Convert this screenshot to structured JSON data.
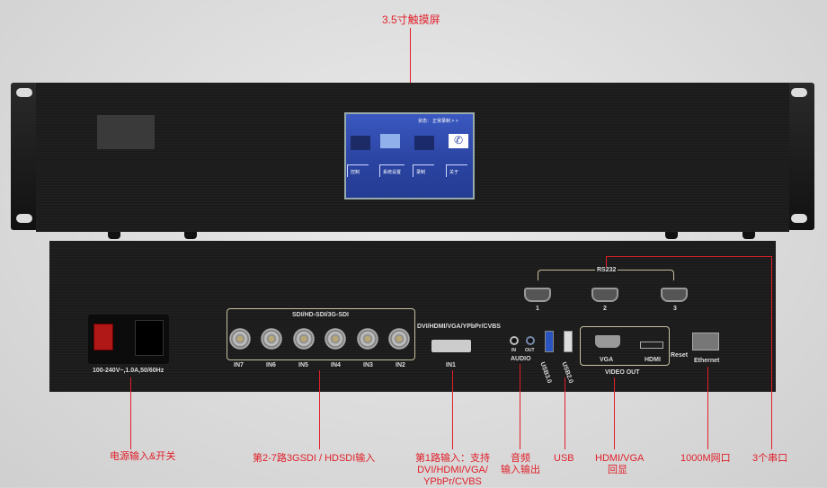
{
  "front_panel": {
    "screen": {
      "status_left": "状态：",
      "status_right": "正常录制 > >",
      "buttons": [
        {
          "label": "控制"
        },
        {
          "label": "系统设置"
        },
        {
          "label": "录制"
        },
        {
          "label": "关于"
        }
      ]
    }
  },
  "rear_panel": {
    "power_rating": "100-240V~,1.0A,50/60Hz",
    "sdi_group": "SDI/HD-SDI/3G-SDI",
    "sdi_inputs": [
      "IN7",
      "IN6",
      "IN5",
      "IN4",
      "IN3",
      "IN2"
    ],
    "dvi_group": "DVI/HDMI/VGA/YPbPr/CVBS",
    "dvi_input": "IN1",
    "audio": {
      "in": "IN",
      "out": "OUT",
      "label": "AUDIO"
    },
    "usb": [
      "USB3.0",
      "USB2.0"
    ],
    "video_out": {
      "vga": "VGA",
      "hdmi": "HDMI",
      "label": "VIDEO OUT"
    },
    "reset": "Reset",
    "ethernet": "Ethernet",
    "rs232": {
      "label": "RS232",
      "ports": [
        "1",
        "2",
        "3"
      ]
    }
  },
  "annotations": {
    "touchscreen": "3.5寸触摸屏",
    "power": "电源输入&开关",
    "sdi": "第2-7路3GSDI / HDSDI输入",
    "in1": [
      "第1路输入：支持",
      "DVI/HDMI/VGA/",
      "YPbPr/CVBS"
    ],
    "audio": [
      "音频",
      "输入输出"
    ],
    "usb": "USB",
    "video_out": [
      "HDMI/VGA",
      "回显"
    ],
    "network": "1000M网口",
    "serial": "3个串口"
  },
  "colors": {
    "annotation": "#e0202a",
    "screen": "#2a43a0"
  }
}
